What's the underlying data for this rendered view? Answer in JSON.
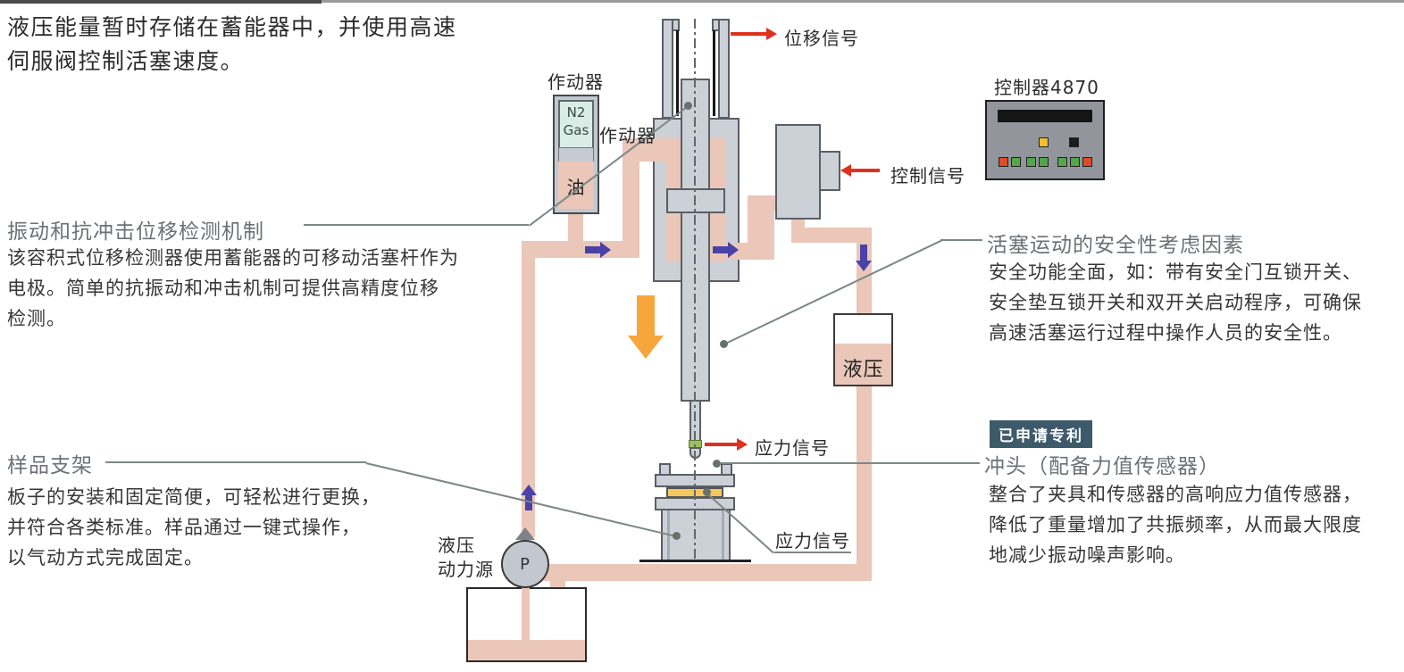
{
  "colors": {
    "pipe_pink": "#eac7b9",
    "machine_gray": "#ccd1d8",
    "machine_border": "#5a5f66",
    "arrow_red": "#e0301e",
    "arrow_blue": "#4a42a6",
    "arrow_orange": "#f6a63a",
    "leader_gray": "#7d8787",
    "badge_bg": "#3d5a6b",
    "n2_teal": "#d9ece5",
    "sample_yellow": "#f8c65f",
    "heading_gray": "#6b7177"
  },
  "intro": {
    "line1": "液压能量暂时存储在蓄能器中，并使用高速",
    "line2": "伺服阀控制活塞速度。"
  },
  "sections": {
    "displacement": {
      "title": "振动和抗冲击位移检测机制",
      "body": [
        "该容积式位移检测器使用蓄能器的可移动活塞杆作为",
        "电极。简单的抗振动和冲击机制可提供高精度位移",
        "检测。"
      ]
    },
    "sample_holder": {
      "title": "样品支架",
      "body": [
        "板子的安装和固定简便，可轻松进行更换，",
        "并符合各类标准。样品通过一键式操作，",
        "以气动方式完成固定。"
      ]
    },
    "safety": {
      "title": "活塞运动的安全性考虑因素",
      "body": [
        "安全功能全面，如：带有安全门互锁开关、",
        "安全垫互锁开关和双开关启动程序，可确保",
        "高速活塞运行过程中操作人员的安全性。"
      ]
    },
    "punch": {
      "badge": "已申请专利",
      "title": "冲头（配备力值传感器）",
      "body": [
        "整合了夹具和传感器的高响应力值传感器，",
        "降低了重量增加了共振频率，从而最大限度",
        "地减少振动噪声影响。"
      ]
    }
  },
  "labels": {
    "actuator_top": "作动器",
    "actuator_side": "作动器",
    "n2": "N2",
    "gas": "Gas",
    "oil": "油",
    "displacement_signal": "位移信号",
    "control_signal": "控制信号",
    "stress_signal_upper": "应力信号",
    "stress_signal_lower": "应力信号",
    "hydraulic_tank": "液压",
    "pump_name_line1": "液压",
    "pump_name_line2": "动力源",
    "pump_symbol": "P",
    "controller": "控制器4870"
  }
}
